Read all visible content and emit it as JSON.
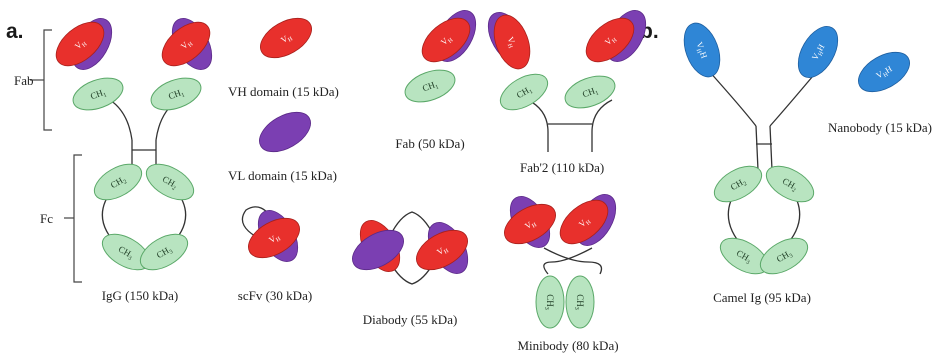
{
  "panels": {
    "a": "a.",
    "b": "b."
  },
  "colors": {
    "vh": "#e8302c",
    "vl": "#7b3fb2",
    "ch": "#b8e4c0",
    "ch_stroke": "#5aa868",
    "vhh": "#2f86d6"
  },
  "domain_labels": {
    "vh": "VH",
    "vl": "VL",
    "ch1": "CH1",
    "ch2": "CH2",
    "ch3": "CH3",
    "vhh": "VHH"
  },
  "sections": {
    "fab": "Fab",
    "fc": "Fc"
  },
  "captions": {
    "igg": "IgG (150 kDa)",
    "vh_domain": "VH domain (15 kDa)",
    "vl_domain": "VL domain (15 kDa)",
    "scfv": "scFv (30 kDa)",
    "fab": "Fab (50 kDa)",
    "fab2": "Fab'2 (110 kDa)",
    "diabody": "Diabody (55 kDa)",
    "minibody": "Minibody (80 kDa)",
    "camel_ig": "Camel Ig (95 kDa)",
    "nanobody": "Nanobody (15 kDa)"
  }
}
